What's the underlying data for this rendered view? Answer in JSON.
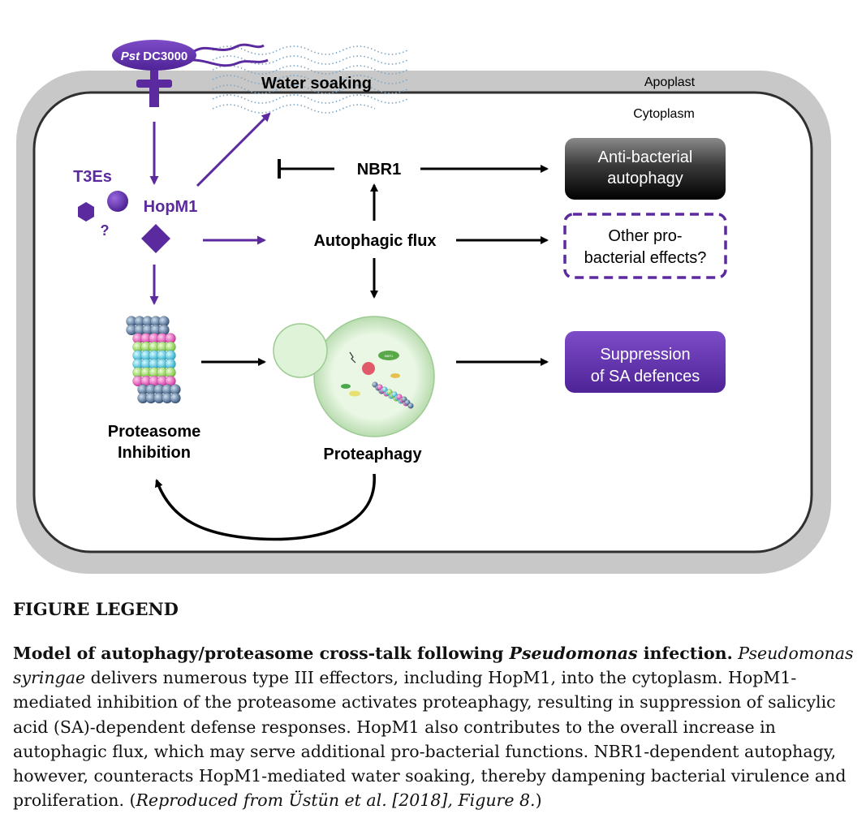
{
  "diagram": {
    "pathogen_label_italic": "Pst",
    "pathogen_label_rest": " DC3000",
    "water_soaking": "Water soaking",
    "apoplast": "Apoplast",
    "cytoplasm": "Cytoplasm",
    "t3es": "T3Es",
    "hopm1": "HopM1",
    "question_mark": "?",
    "nbr1": "NBR1",
    "autophagic_flux": "Autophagic flux",
    "anti_bacterial_line1": "Anti-bacterial",
    "anti_bacterial_line2": "autophagy",
    "other_line1": "Other pro-",
    "other_line2": "bacterial effects?",
    "suppression_line1": "Suppression",
    "suppression_line2": "of SA defences",
    "proteasome_line1": "Proteasome",
    "proteasome_line2": "Inhibition",
    "proteaphagy": "Proteaphagy",
    "nbr1_small": "NBR1",
    "colors": {
      "purple": "#5b2a9e",
      "purple_light": "#7a47c2",
      "cell_wall": "#c8c8c8",
      "vacuole_fill": "#dff3d9",
      "black": "#000000"
    }
  },
  "legend": {
    "heading": "FIGURE LEGEND",
    "title_bold_1": "Model of autophagy/proteasome cross-talk following ",
    "title_bold_italic": "Pseudomonas",
    "title_bold_2": " infection.",
    "species_italic": "Pseudomonas syringae",
    "body_1": " delivers numerous type III effectors, including HopM1, into the cytoplasm. HopM1-mediated inhibition of the proteasome activates proteaphagy, resulting in suppression of salicylic acid (SA)-dependent defense responses. HopM1 also contributes to the overall increase in autophagic flux, which may serve additional pro-bacterial functions. NBR1-dependent autophagy, however, counteracts HopM1-mediated water soaking, thereby dampening bacterial virulence and proliferation. (",
    "citation_italic": "Reproduced from Üstün et al. [2018], Figure 8.",
    "body_2": ")"
  }
}
